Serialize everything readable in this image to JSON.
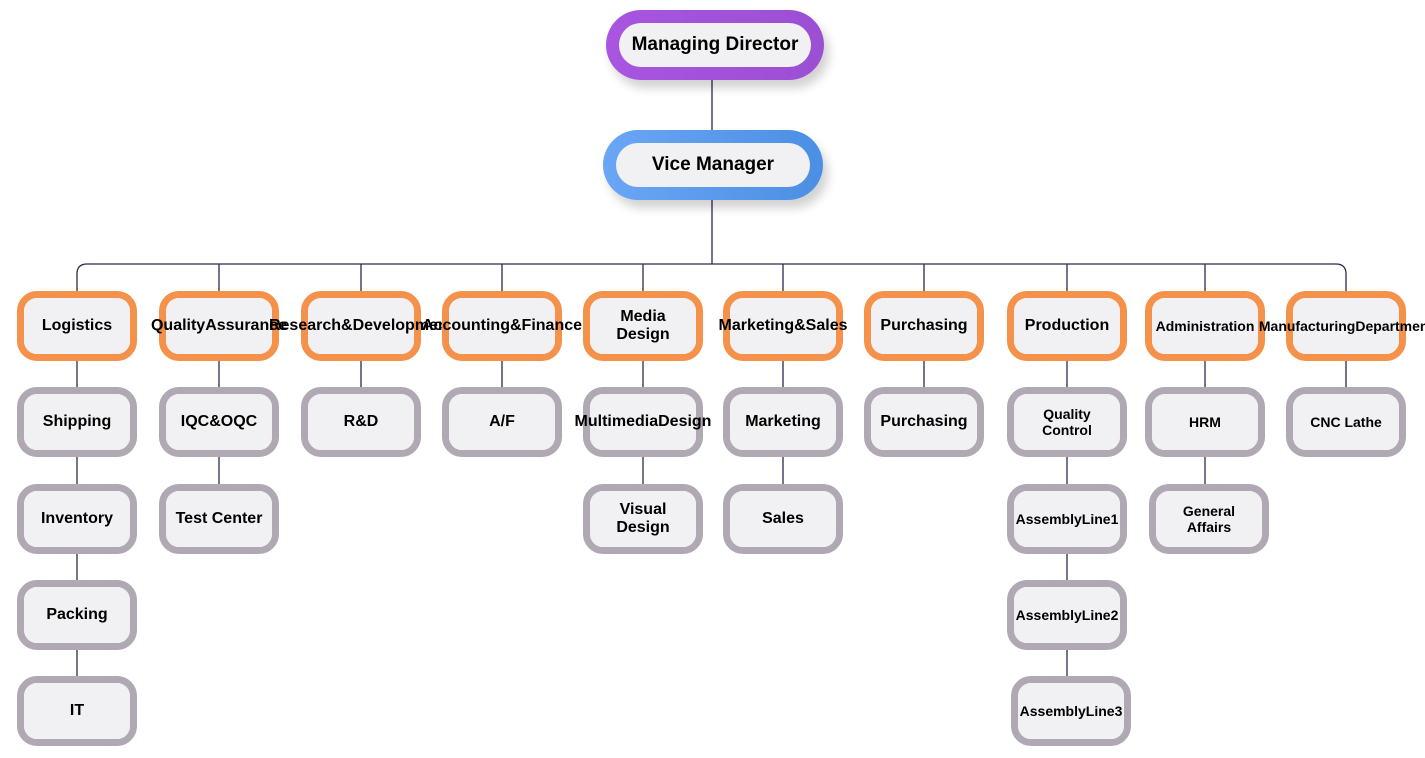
{
  "managing_director": "Managing Director",
  "vice_manager": "Vice Manager",
  "departments": [
    {
      "lines": [
        "Logistics"
      ],
      "subs": [
        [
          "Shipping"
        ],
        [
          "Inventory"
        ],
        [
          "Packing"
        ],
        [
          "IT"
        ]
      ]
    },
    {
      "lines": [
        "Quality",
        "Assurance"
      ],
      "subs": [
        [
          "IQC&OQC"
        ],
        [
          "Test Center"
        ]
      ]
    },
    {
      "lines": [
        "Research",
        "&",
        "Development"
      ],
      "subs": [
        [
          "R&D"
        ]
      ]
    },
    {
      "lines": [
        "Accounting",
        "&",
        "Finance"
      ],
      "subs": [
        [
          "A/F"
        ]
      ]
    },
    {
      "lines": [
        "Media Design"
      ],
      "subs": [
        [
          "Multimedia",
          "Design"
        ],
        [
          "Visual Design"
        ]
      ]
    },
    {
      "lines": [
        "Marketing",
        "&",
        "Sales"
      ],
      "subs": [
        [
          "Marketing"
        ],
        [
          "Sales"
        ]
      ]
    },
    {
      "lines": [
        "Purchasing"
      ],
      "subs": [
        [
          "Purchasing"
        ]
      ]
    },
    {
      "lines": [
        "Production"
      ],
      "subs": [
        [
          "Quality Control"
        ],
        [
          "Assembly",
          "Line1"
        ],
        [
          "Assembly",
          "Line2"
        ],
        [
          "Assembly",
          "Line3"
        ]
      ]
    },
    {
      "lines": [
        "Administration"
      ],
      "subs": [
        [
          "HRM"
        ],
        [
          "General Affairs"
        ]
      ]
    },
    {
      "lines": [
        "Manufacturing",
        "Department"
      ],
      "subs": [
        [
          "CNC Lathe"
        ]
      ]
    }
  ]
}
